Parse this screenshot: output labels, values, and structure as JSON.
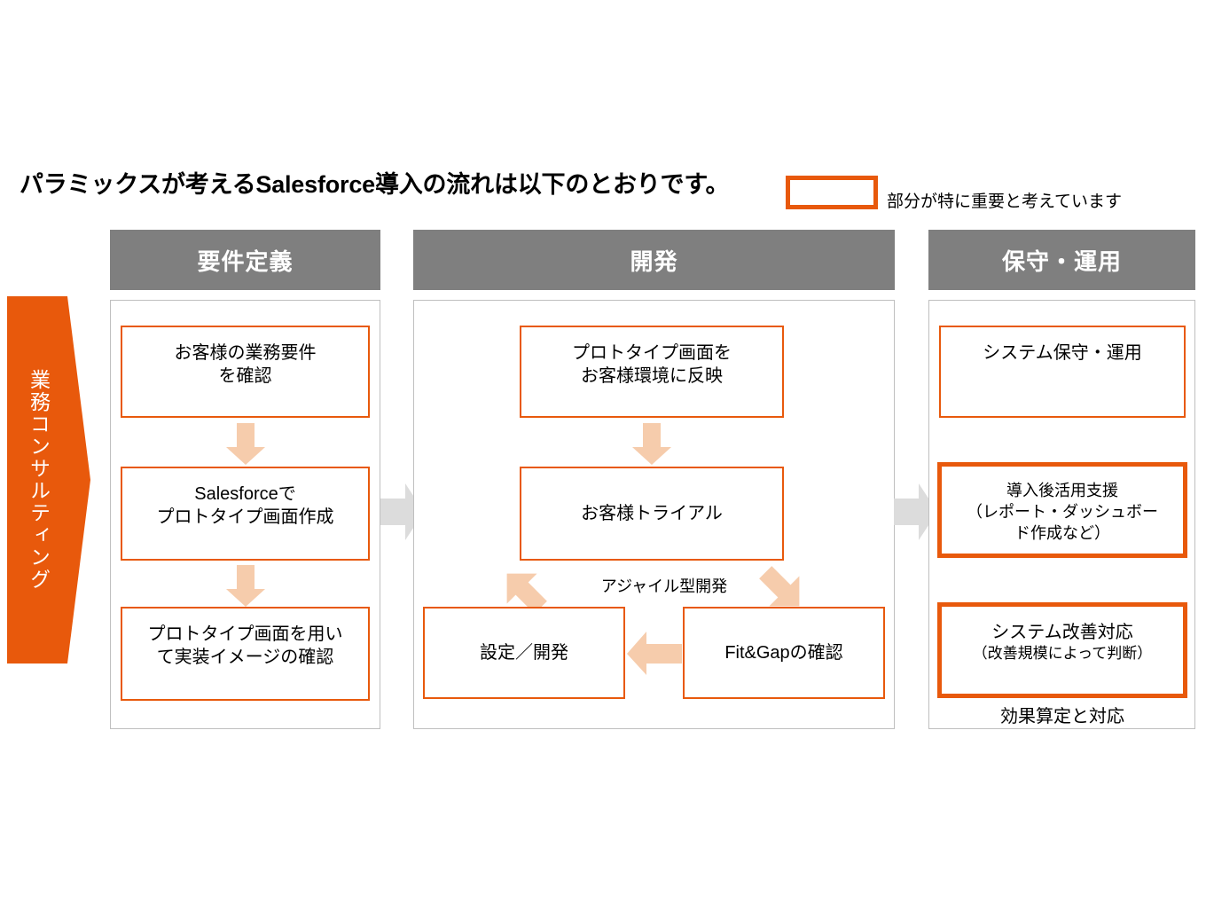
{
  "title": "パラミックスが考えるSalesforce導入の流れは以下のとおりです。",
  "legend": {
    "note": "部分が特に重要と考えています"
  },
  "side_arrow": {
    "label": "業務コンサルティング"
  },
  "colors": {
    "accent_orange": "#E8590C",
    "header_gray": "#7F7F7F",
    "arrow_peach": "#F6CCAC",
    "connector_gray": "#DCDCDC",
    "panel_border": "#BFBFBF"
  },
  "columns": [
    {
      "header": "要件定義",
      "steps": [
        {
          "line1": "お客様の業務要件",
          "line2": "を確認"
        },
        {
          "line1": "Salesforceで",
          "line2": "プロトタイプ画面作成"
        },
        {
          "line1": "プロトタイプ画面を用い",
          "line2": "て実装イメージの確認"
        }
      ]
    },
    {
      "header": "開発",
      "steps": [
        {
          "line1": "プロトタイプ画面を",
          "line2": "お客様環境に反映"
        },
        {
          "line1": "お客様トライアル",
          "line2": ""
        },
        {
          "line1": "設定／開発",
          "line2": ""
        },
        {
          "line1": "Fit&Gapの確認",
          "line2": ""
        }
      ],
      "cycle_label": "アジャイル型開発"
    },
    {
      "header": "保守・運用",
      "steps": [
        {
          "line1": "システム保守・運用",
          "line2": "",
          "line3": ""
        },
        {
          "line1": "導入後活用支援",
          "line2": "（レポート・ダッシュボー",
          "line3": "ド作成など）"
        },
        {
          "line1": "システム改善対応",
          "line2": "（改善規模によって判断）",
          "line3": ""
        }
      ],
      "footer_note": "効果算定と対応"
    }
  ],
  "icons": {
    "down_arrow": "down-arrow-icon",
    "right_arrow": "right-arrow-icon",
    "left_arrow": "left-arrow-icon",
    "cycle_up": "cycle-up-arrow-icon",
    "cycle_down": "cycle-down-arrow-icon",
    "consult_arrow": "pentagon-arrow-icon"
  }
}
